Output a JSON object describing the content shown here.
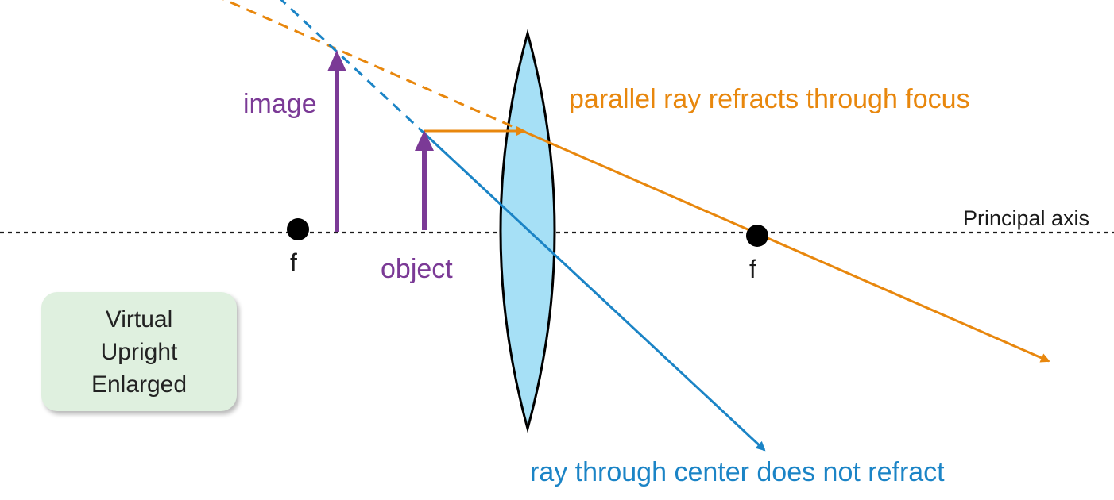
{
  "colors": {
    "orange": "#e8870d",
    "blue": "#1b84c6",
    "purple": "#7b3a96",
    "lens_fill": "#a6e0f6",
    "summary_bg": "#dff0df",
    "axis": "#1a1a1a"
  },
  "labels": {
    "image": "image",
    "object": "object",
    "parallel_ray": "parallel ray refracts through focus",
    "center_ray": "ray through center does not refract",
    "principal_axis": "Principal axis",
    "focal_left": "f",
    "focal_right": "f"
  },
  "summary": {
    "lines": [
      "Virtual",
      "Upright",
      "Enlarged"
    ]
  }
}
